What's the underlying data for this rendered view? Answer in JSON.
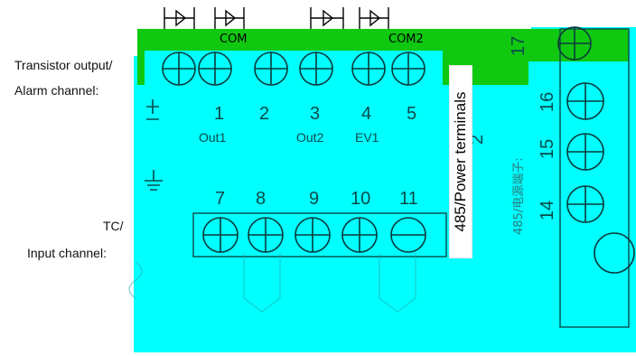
{
  "labels": {
    "transistor_line1": "Transistor output/",
    "transistor_line2": "Alarm channel:",
    "tc_line1": "TC/",
    "tc_line2": "Input channel:",
    "power_terminals": "485/Power terminals"
  },
  "board": {
    "com_left": "COM",
    "com_right": "COM2",
    "top_terminals": [
      "1",
      "2",
      "3",
      "4",
      "5"
    ],
    "top_sublabels": [
      "Out1",
      "Out2",
      "EV1"
    ],
    "bottom_terminals": [
      "7",
      "8",
      "9",
      "10",
      "11"
    ],
    "right_terminals": [
      "17",
      "16",
      "15",
      "14"
    ],
    "right_cut_number": "2",
    "chinese_label": "485/电源端子:"
  },
  "colors": {
    "board": "#00ffff",
    "green_band": "#10c810",
    "terminal_line": "#0a3a3a"
  }
}
